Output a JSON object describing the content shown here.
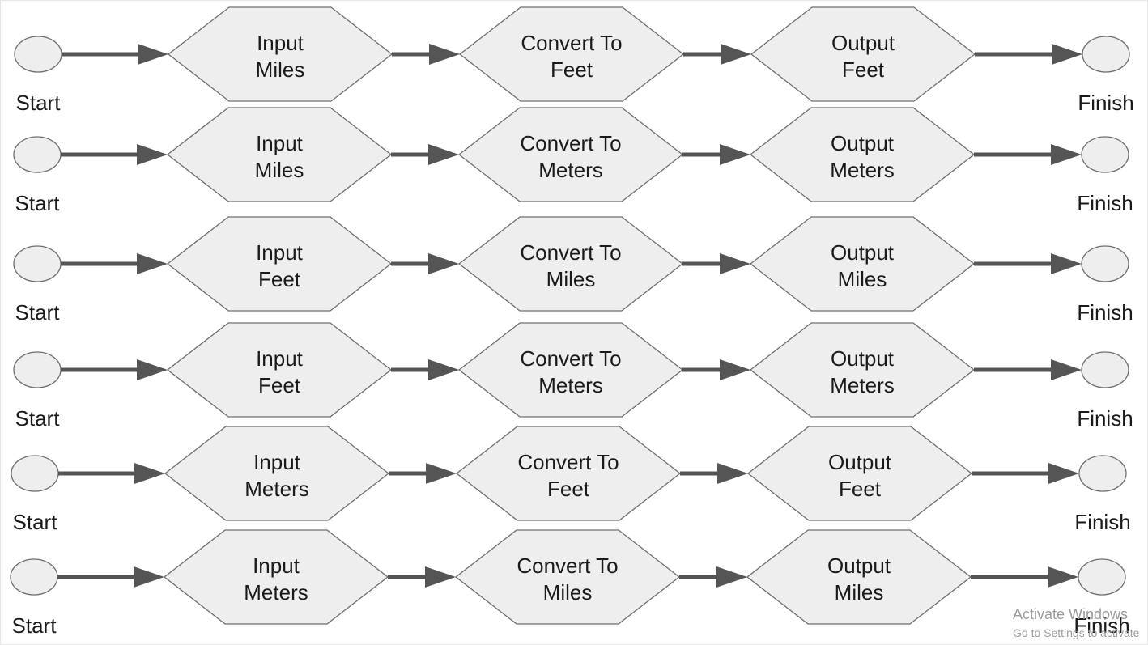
{
  "rows": [
    {
      "start": "Start",
      "input": [
        "Input",
        "Miles"
      ],
      "convert": [
        "Convert To",
        "Feet"
      ],
      "output": [
        "Output",
        "Feet"
      ],
      "finish": "Finish"
    },
    {
      "start": "Start",
      "input": [
        "Input",
        "Miles"
      ],
      "convert": [
        "Convert To",
        "Meters"
      ],
      "output": [
        "Output",
        "Meters"
      ],
      "finish": "Finish"
    },
    {
      "start": "Start",
      "input": [
        "Input",
        "Feet"
      ],
      "convert": [
        "Convert To",
        "Miles"
      ],
      "output": [
        "Output",
        "Miles"
      ],
      "finish": "Finish"
    },
    {
      "start": "Start",
      "input": [
        "Input",
        "Feet"
      ],
      "convert": [
        "Convert To",
        "Meters"
      ],
      "output": [
        "Output",
        "Meters"
      ],
      "finish": "Finish"
    },
    {
      "start": "Start",
      "input": [
        "Input",
        "Meters"
      ],
      "convert": [
        "Convert To",
        "Feet"
      ],
      "output": [
        "Output",
        "Feet"
      ],
      "finish": "Finish"
    },
    {
      "start": "Start",
      "input": [
        "Input",
        "Meters"
      ],
      "convert": [
        "Convert To",
        "Miles"
      ],
      "output": [
        "Output",
        "Miles"
      ],
      "finish": "Finish"
    }
  ],
  "watermark": {
    "title": "Activate Windows",
    "subtitle": "Go to Settings to activate"
  }
}
